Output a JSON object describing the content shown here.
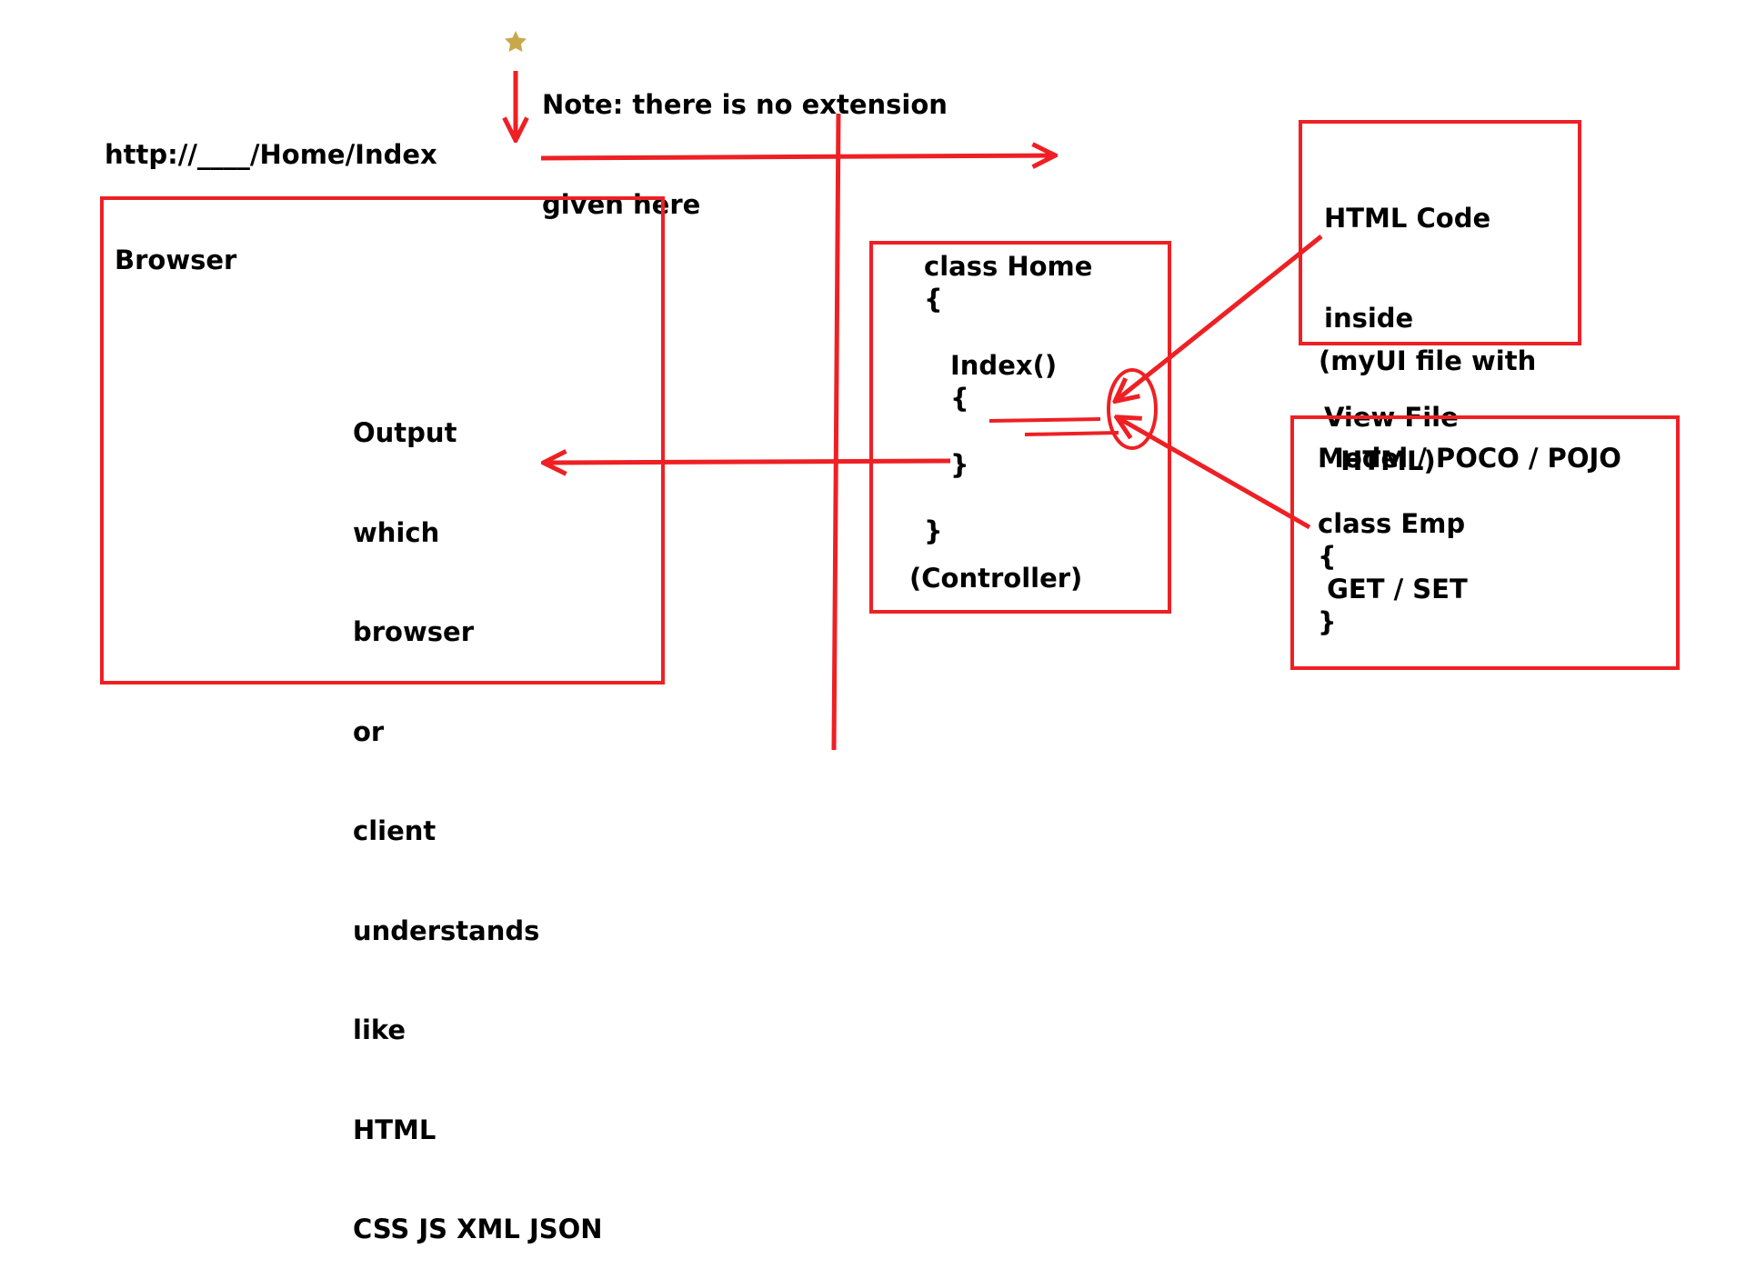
{
  "colors": {
    "red": "#ee2024",
    "star": "#c8a84b",
    "text": "#000000",
    "background": "#ffffff"
  },
  "note": {
    "icon": "star-icon",
    "lines": [
      "Note: there is no extension",
      "given here"
    ]
  },
  "url": {
    "text": "http://____/Home/Index"
  },
  "browser": {
    "title": "Browser",
    "output_lines": [
      "Output",
      "which",
      "browser",
      "or",
      "client",
      "understands",
      "like",
      "HTML",
      "CSS JS XML JSON"
    ]
  },
  "controller": {
    "lines": [
      "class Home",
      "{",
      "Index()",
      "{",
      "}",
      "}",
      "(Controller)"
    ]
  },
  "view": {
    "lines": [
      "HTML Code",
      "inside",
      "View File",
      "(myUI file with",
      " HTML)"
    ]
  },
  "model": {
    "lines": [
      "Model / POCO / POJO",
      "class Emp",
      "{",
      " GET / SET",
      "}"
    ]
  }
}
